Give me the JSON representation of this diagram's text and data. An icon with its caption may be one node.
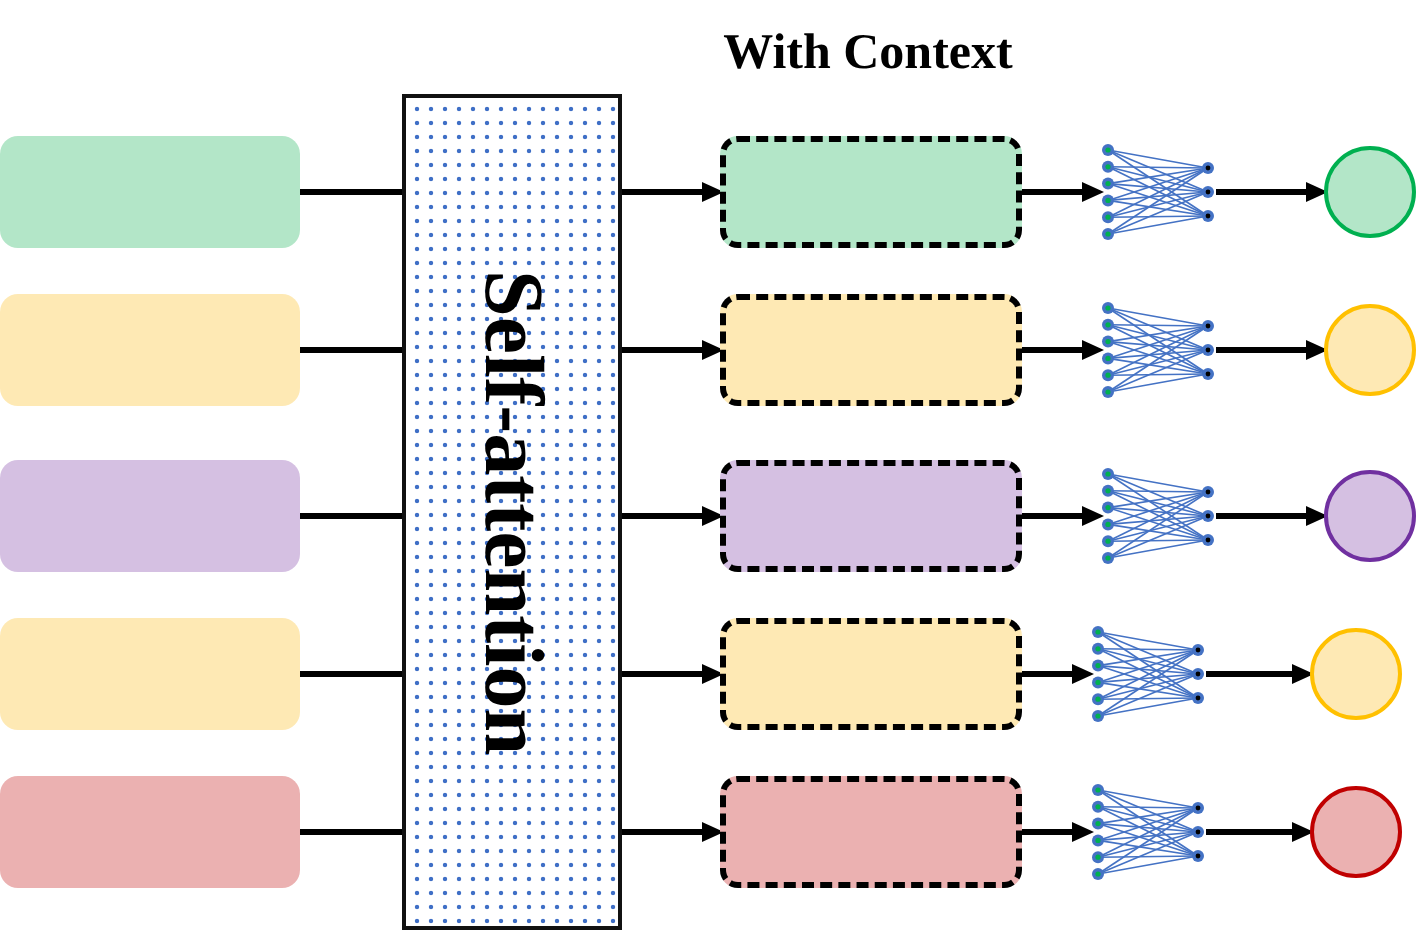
{
  "diagram": {
    "title": "With Context",
    "nodes": [
      {
        "text": [],
        "shape": "box"
      },
      {
        "text": [],
        "shape": "box"
      },
      {
        "text": [],
        "shape": "box"
      },
      {
        "text": [],
        "shape": "box"
      },
      {
        "text": [],
        "shape": "box"
      },
      {
        "text": [
          "Self-attention"
        ]
      },
      {
        "text": [],
        "shape": "box"
      },
      {
        "text": [],
        "shape": "box"
      },
      {
        "text": [],
        "shape": "box"
      },
      {
        "text": [],
        "shape": "box"
      },
      {
        "text": [],
        "shape": "box"
      },
      {
        "text": [],
        "shape": "picture"
      },
      {
        "text": [],
        "shape": "picture"
      },
      {
        "text": [],
        "shape": "picture"
      },
      {
        "text": [],
        "shape": "picture"
      },
      {
        "text": [],
        "shape": "picture"
      },
      {
        "text": [],
        "shape": "circle"
      },
      {
        "text": [],
        "shape": "circle"
      },
      {
        "text": [],
        "shape": "circle"
      },
      {
        "text": [],
        "shape": "circle"
      },
      {
        "text": [],
        "shape": "circle"
      }
    ],
    "edges": [
      {
        "from": 0,
        "to": 5,
        "arrow": "none"
      },
      {
        "from": 1,
        "to": 5,
        "arrow": "none"
      },
      {
        "from": 2,
        "to": 5,
        "arrow": "none"
      },
      {
        "from": 3,
        "to": 5,
        "arrow": "none"
      },
      {
        "from": 4,
        "to": 5,
        "arrow": "none"
      },
      {
        "from": 5,
        "to": 6,
        "arrow": "to"
      },
      {
        "from": 5,
        "to": 7,
        "arrow": "to"
      },
      {
        "from": 5,
        "to": 8,
        "arrow": "to"
      },
      {
        "from": 5,
        "to": 9,
        "arrow": "to"
      },
      {
        "from": 5,
        "to": 10,
        "arrow": "to"
      },
      {
        "from": 6,
        "to": 11,
        "arrow": "to"
      },
      {
        "from": 7,
        "to": 12,
        "arrow": "to"
      },
      {
        "from": 8,
        "to": 13,
        "arrow": "to"
      },
      {
        "from": 9,
        "to": 14,
        "arrow": "to"
      },
      {
        "from": 10,
        "to": 15,
        "arrow": "to"
      },
      {
        "from": 11,
        "to": 16,
        "arrow": "to"
      },
      {
        "from": 12,
        "to": 17,
        "arrow": "to"
      },
      {
        "from": 13,
        "to": 18,
        "arrow": "to"
      },
      {
        "from": 14,
        "to": 19,
        "arrow": "to"
      },
      {
        "from": 15,
        "to": 20,
        "arrow": "to"
      }
    ]
  }
}
